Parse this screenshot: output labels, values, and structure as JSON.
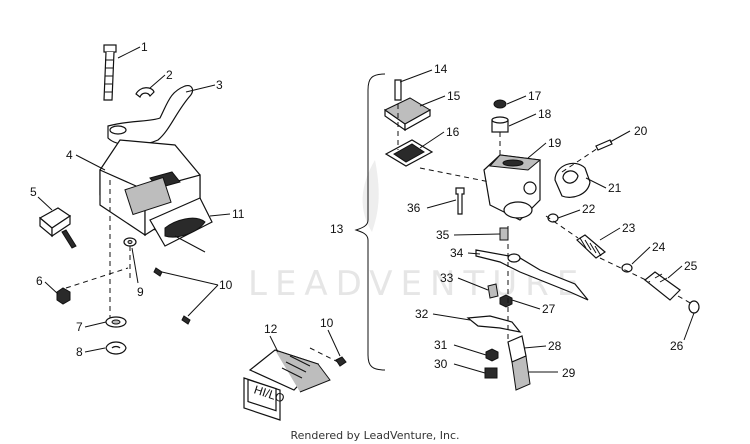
{
  "watermark": "LEADVENTURE",
  "footer": "Rendered by LeadVenture, Inc.",
  "switch_face_text": "HI/LO",
  "callouts": [
    "1",
    "2",
    "3",
    "4",
    "5",
    "6",
    "7",
    "8",
    "9",
    "10",
    "10",
    "11",
    "12",
    "13",
    "14",
    "15",
    "16",
    "17",
    "18",
    "19",
    "20",
    "21",
    "22",
    "23",
    "24",
    "25",
    "26",
    "27",
    "28",
    "29",
    "30",
    "31",
    "32",
    "33",
    "34",
    "35",
    "36"
  ]
}
